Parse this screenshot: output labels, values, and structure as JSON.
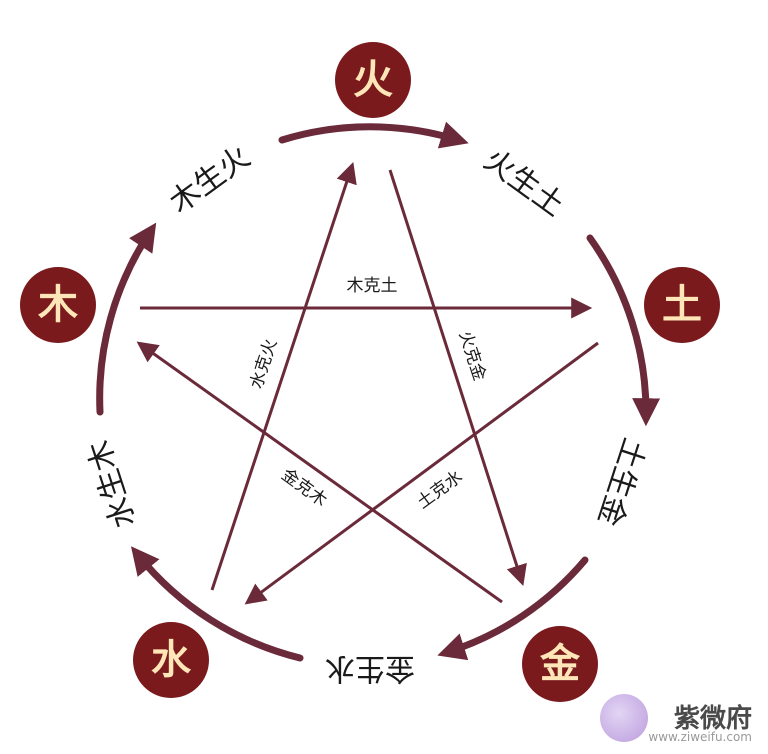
{
  "nodes": {
    "fire": "火",
    "earth": "土",
    "metal": "金",
    "water": "水",
    "wood": "木"
  },
  "generating": {
    "wood_fire": "木生火",
    "fire_earth": "火生土",
    "earth_metal": "土生金",
    "metal_water": "金生水",
    "water_wood": "水生木"
  },
  "controlling": {
    "wood_earth": "木克土",
    "fire_metal": "火克金",
    "earth_water": "土克水",
    "metal_wood": "金克木",
    "water_fire": "水克火"
  },
  "watermark": {
    "name": "紫微府",
    "url": "www.ziweifu.com"
  },
  "colors": {
    "node": "#7a1a1d",
    "node_text": "#ffe6b8",
    "arrows": "#6b2a3a"
  }
}
